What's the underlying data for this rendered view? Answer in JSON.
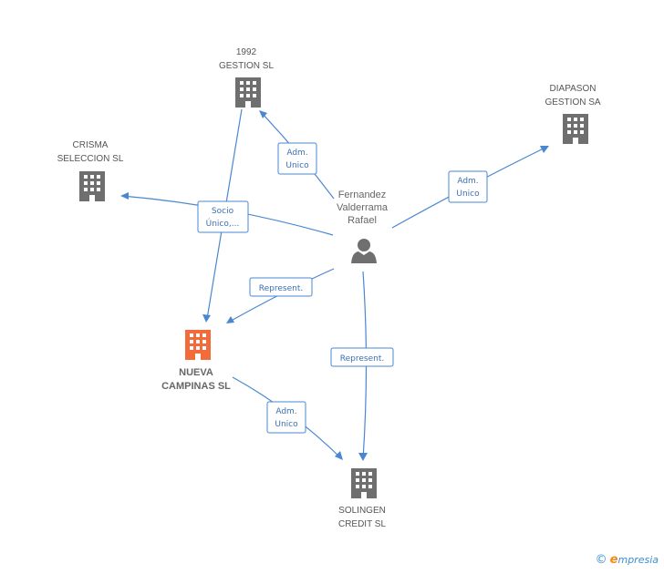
{
  "nodes": {
    "gestion_1992": {
      "lines": [
        "1992",
        "GESTION SL"
      ]
    },
    "diapason": {
      "lines": [
        "DIAPASON",
        "GESTION SA"
      ]
    },
    "crisma": {
      "lines": [
        "CRISMA",
        "SELECCION SL"
      ]
    },
    "person": {
      "lines": [
        "Fernandez",
        "Valderrama",
        "Rafael"
      ]
    },
    "nueva": {
      "lines": [
        "NUEVA",
        "CAMPINAS SL"
      ]
    },
    "solingen": {
      "lines": [
        "SOLINGEN",
        "CREDIT SL"
      ]
    }
  },
  "edge_labels": {
    "adm_1992": [
      "Adm.",
      "Unico"
    ],
    "adm_diapason": [
      "Adm.",
      "Unico"
    ],
    "socio": [
      "Socio",
      "Único,..."
    ],
    "represent_nueva": [
      "Represent."
    ],
    "represent_solingen": [
      "Represent."
    ],
    "adm_solingen": [
      "Adm.",
      "Unico"
    ]
  },
  "brand": {
    "copyright": "©",
    "initial": "e",
    "rest": "mpresia"
  },
  "colors": {
    "edge": "#4a87d0",
    "building": "#6f6f6f",
    "main_building": "#f26b3a"
  }
}
